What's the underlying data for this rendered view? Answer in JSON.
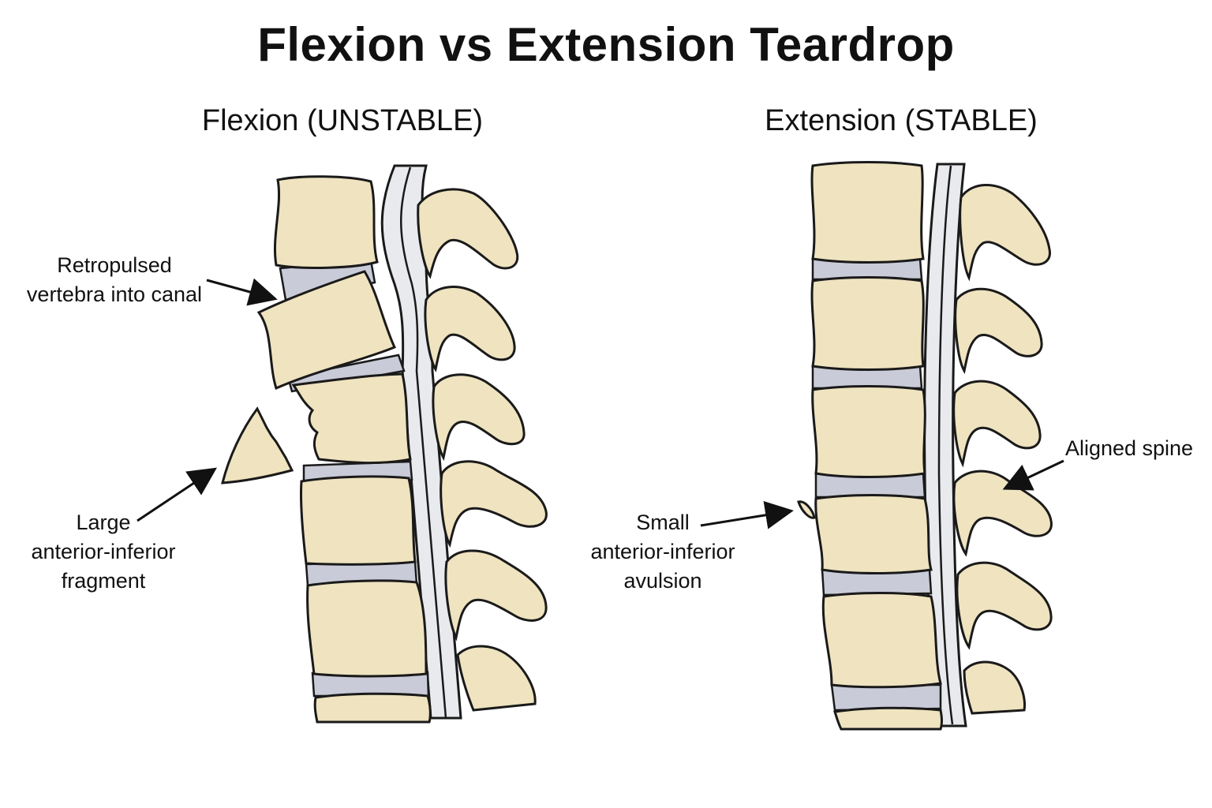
{
  "title": "Flexion vs Extension Teardrop",
  "colors": {
    "bone": "#efe3c0",
    "bone_stroke": "#1a1a1a",
    "disc": "#c9cbd8",
    "cord": "#e9eaee",
    "ink": "#111111"
  },
  "panels": [
    {
      "heading": "Flexion (UNSTABLE)",
      "labels": {
        "retropulsed": [
          "Retropulsed",
          "vertebra into canal"
        ],
        "fragment": [
          "Large",
          "anterior-inferior",
          "fragment"
        ]
      }
    },
    {
      "heading": "Extension (STABLE)",
      "labels": {
        "avulsion": [
          "Small",
          "anterior-inferior",
          "avulsion"
        ],
        "aligned": [
          "Aligned spine"
        ]
      }
    }
  ]
}
